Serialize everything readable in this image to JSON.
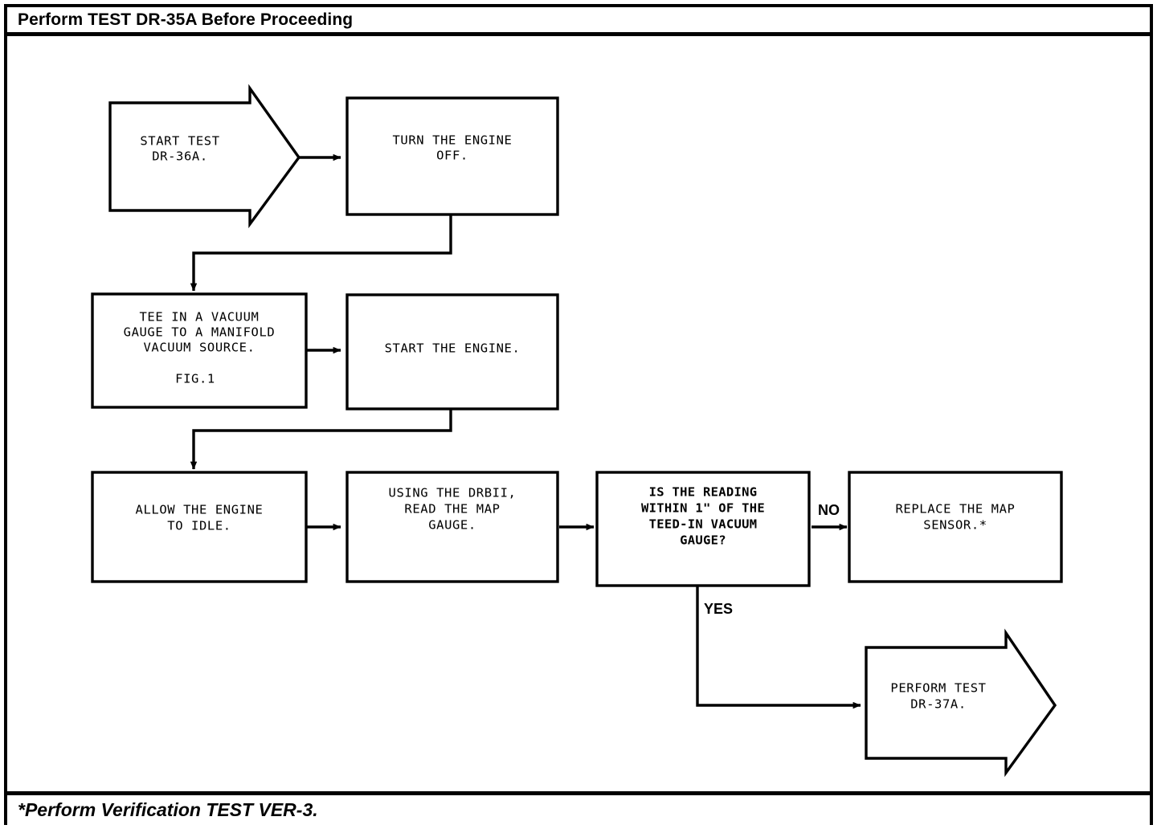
{
  "header": {
    "title": "Perform TEST DR-35A Before Proceeding"
  },
  "footer": {
    "note": "*Perform Verification TEST VER-3."
  },
  "diagram": {
    "type": "flowchart",
    "nodes": [
      {
        "id": "start",
        "shape": "arrow-right-pentagon",
        "lines": [
          "START TEST",
          "DR-36A."
        ]
      },
      {
        "id": "engine-off",
        "shape": "rect",
        "lines": [
          "TURN THE ENGINE",
          "OFF."
        ]
      },
      {
        "id": "tee-gauge",
        "shape": "rect",
        "lines": [
          "TEE IN A VACUUM",
          "GAUGE TO A MANIFOLD",
          "VACUUM SOURCE.",
          "",
          "FIG.1"
        ]
      },
      {
        "id": "start-engine",
        "shape": "rect",
        "lines": [
          "START THE ENGINE."
        ]
      },
      {
        "id": "idle",
        "shape": "rect",
        "lines": [
          "ALLOW THE ENGINE",
          "TO IDLE."
        ]
      },
      {
        "id": "read-map",
        "shape": "rect",
        "lines": [
          "USING THE DRBII,",
          "READ THE MAP",
          "GAUGE."
        ]
      },
      {
        "id": "decision",
        "shape": "rect",
        "bold": true,
        "lines": [
          "IS THE READING",
          "WITHIN 1\" OF THE",
          "TEED-IN VACUUM",
          "GAUGE?"
        ]
      },
      {
        "id": "replace-map",
        "shape": "rect",
        "lines": [
          "REPLACE THE MAP",
          "SENSOR.*"
        ]
      },
      {
        "id": "perform-next",
        "shape": "arrow-right-pentagon",
        "lines": [
          "PERFORM TEST",
          "DR-37A."
        ]
      }
    ],
    "edges": [
      {
        "id": "start-to-engine-off",
        "label": ""
      },
      {
        "id": "engine-off-to-tee",
        "label": ""
      },
      {
        "id": "tee-to-start-engine",
        "label": ""
      },
      {
        "id": "start-engine-to-idle",
        "label": ""
      },
      {
        "id": "idle-to-read-map",
        "label": ""
      },
      {
        "id": "read-map-to-decision",
        "label": ""
      },
      {
        "id": "decision-no",
        "label": "NO"
      },
      {
        "id": "decision-yes",
        "label": "YES"
      }
    ]
  },
  "colors": {
    "ink": "#000000",
    "paper": "#ffffff"
  }
}
